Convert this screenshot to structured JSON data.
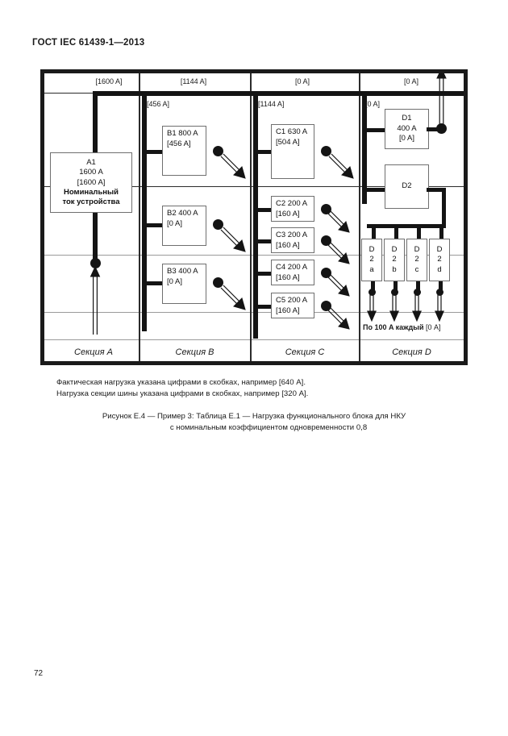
{
  "document": {
    "header": "ГОСТ IEC 61439-1—2013",
    "page_number": "72"
  },
  "figure": {
    "bus_labels_top": [
      {
        "text": "[1600 A]"
      },
      {
        "text": "[1144 A]"
      },
      {
        "text": "[0 A]"
      },
      {
        "text": "[0 A]"
      }
    ],
    "bus_labels_second": [
      {
        "text": "[456 A]"
      },
      {
        "text": "[1144 A]"
      },
      {
        "text": "[0 A]"
      }
    ],
    "sections": [
      {
        "id": "A",
        "label": "Секция A"
      },
      {
        "id": "B",
        "label": "Секция B"
      },
      {
        "id": "C",
        "label": "Секция C"
      },
      {
        "id": "D",
        "label": "Секция D"
      }
    ],
    "blocks": {
      "a1": {
        "line1": "A1",
        "line2": "1600 A",
        "line3": "[1600 A]",
        "note1": "Номинальный",
        "note2": "ток устройства"
      },
      "b1": {
        "line1": "B1 800 A",
        "line2": "[456 A]"
      },
      "b2": {
        "line1": "B2 400 A",
        "line2": "[0 A]"
      },
      "b3": {
        "line1": "B3 400 A",
        "line2": "[0 A]"
      },
      "c1": {
        "line1": "C1 630 A",
        "line2": "[504 A]"
      },
      "c2": {
        "line1": "C2 200 A",
        "line2": "[160 A]"
      },
      "c3": {
        "line1": "C3 200 A",
        "line2": "[160 A]"
      },
      "c4": {
        "line1": "C4 200 A",
        "line2": "[160 A]"
      },
      "c5": {
        "line1": "C5 200 A",
        "line2": "[160 A]"
      },
      "d1": {
        "line1": "D1",
        "line2": "400 A",
        "line3": "[0 A]"
      },
      "d2": {
        "line1": "D2"
      },
      "d2a": {
        "c1": "D",
        "c2": "2",
        "c3": "a"
      },
      "d2b": {
        "c1": "D",
        "c2": "2",
        "c3": "b"
      },
      "d2c": {
        "c1": "D",
        "c2": "2",
        "c3": "c"
      },
      "d2d": {
        "c1": "D",
        "c2": "2",
        "c3": "d"
      }
    },
    "each_label": {
      "bold": "По 100 A каждый",
      "rest": " [0 A]"
    }
  },
  "notes": {
    "line1": "Фактическая нагрузка указана цифрами в скобках, например [640 A].",
    "line2": "Нагрузка секции шины указана цифрами в скобках, например [320 A]."
  },
  "caption": {
    "line1": "Рисунок Е.4 — Пример 3: Таблица Е.1 — Нагрузка функционального блока для НКУ",
    "line2": "с номинальным коэффициентом одновременности 0,8"
  },
  "colors": {
    "ink": "#1a1a1a",
    "bus": "#141414",
    "block_border": "#6f6f6f",
    "rule": "#2b2b2b"
  }
}
